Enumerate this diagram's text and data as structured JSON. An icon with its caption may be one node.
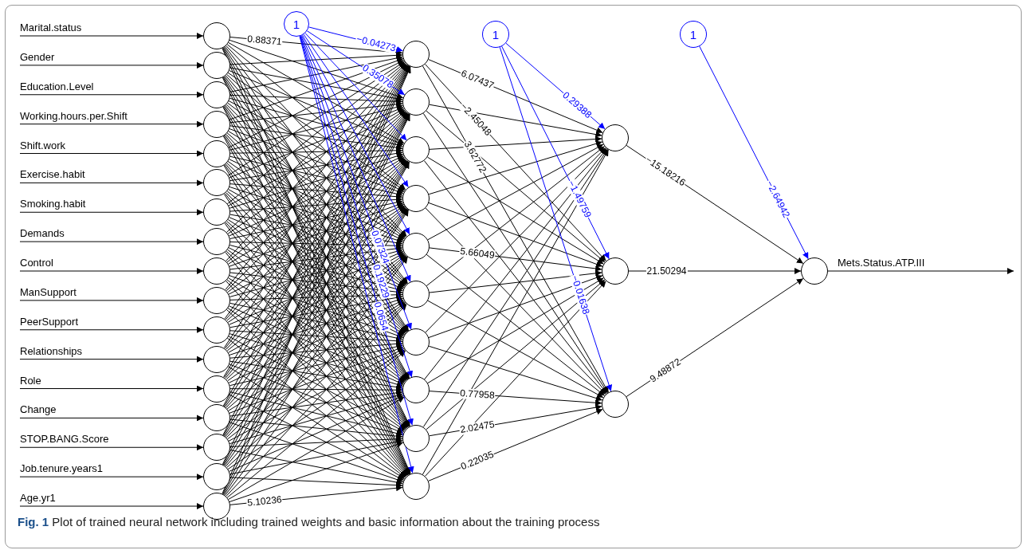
{
  "diagram": {
    "caption": "**Fig. 1** Plot of trained neural network including trained weights and basic information about the training process",
    "nodes": [
      {
        "text": [],
        "shape": "circle"
      },
      {
        "text": [],
        "shape": "circle"
      },
      {
        "text": [],
        "shape": "circle"
      },
      {
        "text": [],
        "shape": "circle"
      },
      {
        "text": [],
        "shape": "circle"
      },
      {
        "text": [],
        "shape": "circle"
      },
      {
        "text": [],
        "shape": "circle"
      },
      {
        "text": [],
        "shape": "circle"
      },
      {
        "text": [],
        "shape": "circle"
      },
      {
        "text": [],
        "shape": "circle"
      },
      {
        "text": [],
        "shape": "circle"
      },
      {
        "text": [],
        "shape": "circle"
      },
      {
        "text": [],
        "shape": "circle"
      },
      {
        "text": [],
        "shape": "circle"
      },
      {
        "text": [],
        "shape": "circle"
      },
      {
        "text": [],
        "shape": "circle"
      },
      {
        "text": [],
        "shape": "circle"
      },
      {
        "text": [
          "1"
        ]
      },
      {
        "text": [],
        "shape": "circle"
      },
      {
        "text": [],
        "shape": "circle"
      },
      {
        "text": [],
        "shape": "circle"
      },
      {
        "text": [],
        "shape": "circle"
      },
      {
        "text": [],
        "shape": "circle"
      },
      {
        "text": [],
        "shape": "circle"
      },
      {
        "text": [],
        "shape": "circle"
      },
      {
        "text": [],
        "shape": "circle"
      },
      {
        "text": [],
        "shape": "circle"
      },
      {
        "text": [],
        "shape": "circle"
      },
      {
        "text": [
          "1"
        ]
      },
      {
        "text": [],
        "shape": "circle"
      },
      {
        "text": [],
        "shape": "circle"
      },
      {
        "text": [],
        "shape": "circle"
      },
      {
        "text": [
          "1"
        ]
      },
      {
        "text": [],
        "shape": "circle"
      }
    ],
    "edges": [
      {
        "from": null,
        "to": 0,
        "arrow": "to",
        "label": "Marital.status"
      },
      {
        "from": null,
        "to": 1,
        "arrow": "to",
        "label": "Gender"
      },
      {
        "from": null,
        "to": 2,
        "arrow": "to",
        "label": "Education.Level"
      },
      {
        "from": null,
        "to": 3,
        "arrow": "to",
        "label": "Working.hours.per.Shift"
      },
      {
        "from": null,
        "to": 4,
        "arrow": "to",
        "label": "Shift.work"
      },
      {
        "from": null,
        "to": 5,
        "arrow": "to",
        "label": "Exercise.habit"
      },
      {
        "from": null,
        "to": 6,
        "arrow": "to",
        "label": "Smoking.habit"
      },
      {
        "from": null,
        "to": 7,
        "arrow": "to",
        "label": "Demands"
      },
      {
        "from": null,
        "to": 8,
        "arrow": "to",
        "label": "Control"
      },
      {
        "from": null,
        "to": 9,
        "arrow": "to",
        "label": "ManSupport"
      },
      {
        "from": null,
        "to": 10,
        "arrow": "to",
        "label": "PeerSupport"
      },
      {
        "from": null,
        "to": 11,
        "arrow": "to",
        "label": "Relationships"
      },
      {
        "from": null,
        "to": 12,
        "arrow": "to",
        "label": "Role"
      },
      {
        "from": null,
        "to": 13,
        "arrow": "to",
        "label": "Change"
      },
      {
        "from": null,
        "to": 14,
        "arrow": "to",
        "label": "STOP.BANG.Score"
      },
      {
        "from": null,
        "to": 15,
        "arrow": "to",
        "label": "Job.tenure.years1"
      },
      {
        "from": null,
        "to": 16,
        "arrow": "to",
        "label": "Age.yr1"
      },
      {
        "from": 0,
        "to": 18,
        "arrow": "to",
        "label": "0.88371"
      },
      {
        "from": 0,
        "to": 19,
        "arrow": "to"
      },
      {
        "from": 0,
        "to": 20,
        "arrow": "to"
      },
      {
        "from": 0,
        "to": 21,
        "arrow": "to"
      },
      {
        "from": 0,
        "to": 22,
        "arrow": "to"
      },
      {
        "from": 0,
        "to": 23,
        "arrow": "to"
      },
      {
        "from": 0,
        "to": 24,
        "arrow": "to"
      },
      {
        "from": 0,
        "to": 25,
        "arrow": "to"
      },
      {
        "from": 0,
        "to": 26,
        "arrow": "to"
      },
      {
        "from": 0,
        "to": 27,
        "arrow": "to"
      },
      {
        "from": 1,
        "to": 18,
        "arrow": "to"
      },
      {
        "from": 1,
        "to": 19,
        "arrow": "to"
      },
      {
        "from": 1,
        "to": 20,
        "arrow": "to"
      },
      {
        "from": 1,
        "to": 21,
        "arrow": "to"
      },
      {
        "from": 1,
        "to": 22,
        "arrow": "to"
      },
      {
        "from": 1,
        "to": 23,
        "arrow": "to"
      },
      {
        "from": 1,
        "to": 24,
        "arrow": "to"
      },
      {
        "from": 1,
        "to": 25,
        "arrow": "to"
      },
      {
        "from": 1,
        "to": 26,
        "arrow": "to"
      },
      {
        "from": 1,
        "to": 27,
        "arrow": "to"
      },
      {
        "from": 2,
        "to": 18,
        "arrow": "to"
      },
      {
        "from": 2,
        "to": 19,
        "arrow": "to"
      },
      {
        "from": 2,
        "to": 20,
        "arrow": "to"
      },
      {
        "from": 2,
        "to": 21,
        "arrow": "to"
      },
      {
        "from": 2,
        "to": 22,
        "arrow": "to"
      },
      {
        "from": 2,
        "to": 23,
        "arrow": "to"
      },
      {
        "from": 2,
        "to": 24,
        "arrow": "to"
      },
      {
        "from": 2,
        "to": 25,
        "arrow": "to"
      },
      {
        "from": 2,
        "to": 26,
        "arrow": "to"
      },
      {
        "from": 2,
        "to": 27,
        "arrow": "to"
      },
      {
        "from": 3,
        "to": 18,
        "arrow": "to"
      },
      {
        "from": 3,
        "to": 19,
        "arrow": "to"
      },
      {
        "from": 3,
        "to": 20,
        "arrow": "to"
      },
      {
        "from": 3,
        "to": 21,
        "arrow": "to"
      },
      {
        "from": 3,
        "to": 22,
        "arrow": "to"
      },
      {
        "from": 3,
        "to": 23,
        "arrow": "to"
      },
      {
        "from": 3,
        "to": 24,
        "arrow": "to"
      },
      {
        "from": 3,
        "to": 25,
        "arrow": "to"
      },
      {
        "from": 3,
        "to": 26,
        "arrow": "to"
      },
      {
        "from": 3,
        "to": 27,
        "arrow": "to"
      },
      {
        "from": 4,
        "to": 18,
        "arrow": "to"
      },
      {
        "from": 4,
        "to": 19,
        "arrow": "to"
      },
      {
        "from": 4,
        "to": 20,
        "arrow": "to"
      },
      {
        "from": 4,
        "to": 21,
        "arrow": "to"
      },
      {
        "from": 4,
        "to": 22,
        "arrow": "to"
      },
      {
        "from": 4,
        "to": 23,
        "arrow": "to"
      },
      {
        "from": 4,
        "to": 24,
        "arrow": "to"
      },
      {
        "from": 4,
        "to": 25,
        "arrow": "to"
      },
      {
        "from": 4,
        "to": 26,
        "arrow": "to"
      },
      {
        "from": 4,
        "to": 27,
        "arrow": "to"
      },
      {
        "from": 5,
        "to": 18,
        "arrow": "to"
      },
      {
        "from": 5,
        "to": 19,
        "arrow": "to"
      },
      {
        "from": 5,
        "to": 20,
        "arrow": "to"
      },
      {
        "from": 5,
        "to": 21,
        "arrow": "to"
      },
      {
        "from": 5,
        "to": 22,
        "arrow": "to"
      },
      {
        "from": 5,
        "to": 23,
        "arrow": "to"
      },
      {
        "from": 5,
        "to": 24,
        "arrow": "to"
      },
      {
        "from": 5,
        "to": 25,
        "arrow": "to"
      },
      {
        "from": 5,
        "to": 26,
        "arrow": "to"
      },
      {
        "from": 5,
        "to": 27,
        "arrow": "to"
      },
      {
        "from": 6,
        "to": 18,
        "arrow": "to"
      },
      {
        "from": 6,
        "to": 19,
        "arrow": "to"
      },
      {
        "from": 6,
        "to": 20,
        "arrow": "to"
      },
      {
        "from": 6,
        "to": 21,
        "arrow": "to"
      },
      {
        "from": 6,
        "to": 22,
        "arrow": "to"
      },
      {
        "from": 6,
        "to": 23,
        "arrow": "to"
      },
      {
        "from": 6,
        "to": 24,
        "arrow": "to"
      },
      {
        "from": 6,
        "to": 25,
        "arrow": "to"
      },
      {
        "from": 6,
        "to": 26,
        "arrow": "to"
      },
      {
        "from": 6,
        "to": 27,
        "arrow": "to"
      },
      {
        "from": 7,
        "to": 18,
        "arrow": "to"
      },
      {
        "from": 7,
        "to": 19,
        "arrow": "to"
      },
      {
        "from": 7,
        "to": 20,
        "arrow": "to"
      },
      {
        "from": 7,
        "to": 21,
        "arrow": "to"
      },
      {
        "from": 7,
        "to": 22,
        "arrow": "to"
      },
      {
        "from": 7,
        "to": 23,
        "arrow": "to"
      },
      {
        "from": 7,
        "to": 24,
        "arrow": "to"
      },
      {
        "from": 7,
        "to": 25,
        "arrow": "to"
      },
      {
        "from": 7,
        "to": 26,
        "arrow": "to"
      },
      {
        "from": 7,
        "to": 27,
        "arrow": "to"
      },
      {
        "from": 8,
        "to": 18,
        "arrow": "to"
      },
      {
        "from": 8,
        "to": 19,
        "arrow": "to"
      },
      {
        "from": 8,
        "to": 20,
        "arrow": "to"
      },
      {
        "from": 8,
        "to": 21,
        "arrow": "to"
      },
      {
        "from": 8,
        "to": 22,
        "arrow": "to"
      },
      {
        "from": 8,
        "to": 23,
        "arrow": "to"
      },
      {
        "from": 8,
        "to": 24,
        "arrow": "to"
      },
      {
        "from": 8,
        "to": 25,
        "arrow": "to"
      },
      {
        "from": 8,
        "to": 26,
        "arrow": "to"
      },
      {
        "from": 8,
        "to": 27,
        "arrow": "to"
      },
      {
        "from": 9,
        "to": 18,
        "arrow": "to"
      },
      {
        "from": 9,
        "to": 19,
        "arrow": "to"
      },
      {
        "from": 9,
        "to": 20,
        "arrow": "to"
      },
      {
        "from": 9,
        "to": 21,
        "arrow": "to"
      },
      {
        "from": 9,
        "to": 22,
        "arrow": "to"
      },
      {
        "from": 9,
        "to": 23,
        "arrow": "to"
      },
      {
        "from": 9,
        "to": 24,
        "arrow": "to"
      },
      {
        "from": 9,
        "to": 25,
        "arrow": "to"
      },
      {
        "from": 9,
        "to": 26,
        "arrow": "to"
      },
      {
        "from": 9,
        "to": 27,
        "arrow": "to"
      },
      {
        "from": 10,
        "to": 18,
        "arrow": "to"
      },
      {
        "from": 10,
        "to": 19,
        "arrow": "to"
      },
      {
        "from": 10,
        "to": 20,
        "arrow": "to"
      },
      {
        "from": 10,
        "to": 21,
        "arrow": "to"
      },
      {
        "from": 10,
        "to": 22,
        "arrow": "to"
      },
      {
        "from": 10,
        "to": 23,
        "arrow": "to"
      },
      {
        "from": 10,
        "to": 24,
        "arrow": "to"
      },
      {
        "from": 10,
        "to": 25,
        "arrow": "to"
      },
      {
        "from": 10,
        "to": 26,
        "arrow": "to"
      },
      {
        "from": 10,
        "to": 27,
        "arrow": "to"
      },
      {
        "from": 11,
        "to": 18,
        "arrow": "to"
      },
      {
        "from": 11,
        "to": 19,
        "arrow": "to"
      },
      {
        "from": 11,
        "to": 20,
        "arrow": "to"
      },
      {
        "from": 11,
        "to": 21,
        "arrow": "to"
      },
      {
        "from": 11,
        "to": 22,
        "arrow": "to"
      },
      {
        "from": 11,
        "to": 23,
        "arrow": "to"
      },
      {
        "from": 11,
        "to": 24,
        "arrow": "to"
      },
      {
        "from": 11,
        "to": 25,
        "arrow": "to"
      },
      {
        "from": 11,
        "to": 26,
        "arrow": "to"
      },
      {
        "from": 11,
        "to": 27,
        "arrow": "to"
      },
      {
        "from": 12,
        "to": 18,
        "arrow": "to"
      },
      {
        "from": 12,
        "to": 19,
        "arrow": "to"
      },
      {
        "from": 12,
        "to": 20,
        "arrow": "to"
      },
      {
        "from": 12,
        "to": 21,
        "arrow": "to"
      },
      {
        "from": 12,
        "to": 22,
        "arrow": "to"
      },
      {
        "from": 12,
        "to": 23,
        "arrow": "to"
      },
      {
        "from": 12,
        "to": 24,
        "arrow": "to"
      },
      {
        "from": 12,
        "to": 25,
        "arrow": "to"
      },
      {
        "from": 12,
        "to": 26,
        "arrow": "to"
      },
      {
        "from": 12,
        "to": 27,
        "arrow": "to"
      },
      {
        "from": 13,
        "to": 18,
        "arrow": "to"
      },
      {
        "from": 13,
        "to": 19,
        "arrow": "to"
      },
      {
        "from": 13,
        "to": 20,
        "arrow": "to"
      },
      {
        "from": 13,
        "to": 21,
        "arrow": "to"
      },
      {
        "from": 13,
        "to": 22,
        "arrow": "to"
      },
      {
        "from": 13,
        "to": 23,
        "arrow": "to"
      },
      {
        "from": 13,
        "to": 24,
        "arrow": "to"
      },
      {
        "from": 13,
        "to": 25,
        "arrow": "to"
      },
      {
        "from": 13,
        "to": 26,
        "arrow": "to"
      },
      {
        "from": 13,
        "to": 27,
        "arrow": "to"
      },
      {
        "from": 14,
        "to": 18,
        "arrow": "to"
      },
      {
        "from": 14,
        "to": 19,
        "arrow": "to"
      },
      {
        "from": 14,
        "to": 20,
        "arrow": "to"
      },
      {
        "from": 14,
        "to": 21,
        "arrow": "to"
      },
      {
        "from": 14,
        "to": 22,
        "arrow": "to"
      },
      {
        "from": 14,
        "to": 23,
        "arrow": "to"
      },
      {
        "from": 14,
        "to": 24,
        "arrow": "to"
      },
      {
        "from": 14,
        "to": 25,
        "arrow": "to"
      },
      {
        "from": 14,
        "to": 26,
        "arrow": "to"
      },
      {
        "from": 14,
        "to": 27,
        "arrow": "to"
      },
      {
        "from": 15,
        "to": 18,
        "arrow": "to"
      },
      {
        "from": 15,
        "to": 19,
        "arrow": "to"
      },
      {
        "from": 15,
        "to": 20,
        "arrow": "to"
      },
      {
        "from": 15,
        "to": 21,
        "arrow": "to"
      },
      {
        "from": 15,
        "to": 22,
        "arrow": "to"
      },
      {
        "from": 15,
        "to": 23,
        "arrow": "to"
      },
      {
        "from": 15,
        "to": 24,
        "arrow": "to"
      },
      {
        "from": 15,
        "to": 25,
        "arrow": "to"
      },
      {
        "from": 15,
        "to": 26,
        "arrow": "to"
      },
      {
        "from": 15,
        "to": 27,
        "arrow": "to"
      },
      {
        "from": 16,
        "to": 18,
        "arrow": "to"
      },
      {
        "from": 16,
        "to": 19,
        "arrow": "to"
      },
      {
        "from": 16,
        "to": 20,
        "arrow": "to"
      },
      {
        "from": 16,
        "to": 21,
        "arrow": "to"
      },
      {
        "from": 16,
        "to": 22,
        "arrow": "to"
      },
      {
        "from": 16,
        "to": 23,
        "arrow": "to"
      },
      {
        "from": 16,
        "to": 24,
        "arrow": "to"
      },
      {
        "from": 16,
        "to": 25,
        "arrow": "to"
      },
      {
        "from": 16,
        "to": 26,
        "arrow": "to"
      },
      {
        "from": 16,
        "to": 27,
        "arrow": "to",
        "label": "5.10236"
      },
      {
        "from": 17,
        "to": 18,
        "arrow": "to",
        "label": "−0.04273",
        "color": "#0000ff"
      },
      {
        "from": 17,
        "to": 19,
        "arrow": "to",
        "label": "0.35078",
        "color": "#0000ff"
      },
      {
        "from": 17,
        "to": 20,
        "arrow": "to",
        "color": "#0000ff"
      },
      {
        "from": 17,
        "to": 21,
        "arrow": "to",
        "color": "#0000ff"
      },
      {
        "from": 17,
        "to": 22,
        "arrow": "to",
        "color": "#0000ff"
      },
      {
        "from": 17,
        "to": 23,
        "arrow": "to",
        "color": "#0000ff"
      },
      {
        "from": 17,
        "to": 24,
        "arrow": "to",
        "label": "0.07324",
        "color": "#0000ff"
      },
      {
        "from": 17,
        "to": 25,
        "arrow": "to",
        "label": "0.19229",
        "color": "#0000ff"
      },
      {
        "from": 17,
        "to": 26,
        "arrow": "to",
        "label": "0.0654",
        "color": "#0000ff"
      },
      {
        "from": 17,
        "to": 27,
        "arrow": "to",
        "color": "#0000ff"
      },
      {
        "from": 18,
        "to": 29,
        "arrow": "to",
        "label": "6.07437"
      },
      {
        "from": 18,
        "to": 30,
        "arrow": "to",
        "label": "−2.45048"
      },
      {
        "from": 18,
        "to": 31,
        "arrow": "to",
        "label": "3.62772"
      },
      {
        "from": 19,
        "to": 29,
        "arrow": "to"
      },
      {
        "from": 19,
        "to": 30,
        "arrow": "to"
      },
      {
        "from": 19,
        "to": 31,
        "arrow": "to"
      },
      {
        "from": 20,
        "to": 29,
        "arrow": "to"
      },
      {
        "from": 20,
        "to": 30,
        "arrow": "to"
      },
      {
        "from": 20,
        "to": 31,
        "arrow": "to"
      },
      {
        "from": 21,
        "to": 29,
        "arrow": "to"
      },
      {
        "from": 21,
        "to": 30,
        "arrow": "to"
      },
      {
        "from": 21,
        "to": 31,
        "arrow": "to"
      },
      {
        "from": 22,
        "to": 29,
        "arrow": "to"
      },
      {
        "from": 22,
        "to": 30,
        "arrow": "to",
        "label": "5.66049"
      },
      {
        "from": 22,
        "to": 31,
        "arrow": "to"
      },
      {
        "from": 23,
        "to": 29,
        "arrow": "to"
      },
      {
        "from": 23,
        "to": 30,
        "arrow": "to"
      },
      {
        "from": 23,
        "to": 31,
        "arrow": "to"
      },
      {
        "from": 24,
        "to": 29,
        "arrow": "to"
      },
      {
        "from": 24,
        "to": 30,
        "arrow": "to"
      },
      {
        "from": 24,
        "to": 31,
        "arrow": "to"
      },
      {
        "from": 25,
        "to": 29,
        "arrow": "to"
      },
      {
        "from": 25,
        "to": 30,
        "arrow": "to"
      },
      {
        "from": 25,
        "to": 31,
        "arrow": "to",
        "label": "0.77958"
      },
      {
        "from": 26,
        "to": 29,
        "arrow": "to"
      },
      {
        "from": 26,
        "to": 30,
        "arrow": "to"
      },
      {
        "from": 26,
        "to": 31,
        "arrow": "to",
        "label": "2.02475"
      },
      {
        "from": 27,
        "to": 29,
        "arrow": "to"
      },
      {
        "from": 27,
        "to": 30,
        "arrow": "to"
      },
      {
        "from": 27,
        "to": 31,
        "arrow": "to",
        "label": "0.22035"
      },
      {
        "from": 28,
        "to": 29,
        "arrow": "to",
        "label": "0.29388",
        "color": "#0000ff"
      },
      {
        "from": 28,
        "to": 30,
        "arrow": "to",
        "label": "−1.49759",
        "color": "#0000ff"
      },
      {
        "from": 28,
        "to": 31,
        "arrow": "to",
        "label": "−0.01638",
        "color": "#0000ff"
      },
      {
        "from": 29,
        "to": 33,
        "arrow": "to",
        "label": "−15.18216"
      },
      {
        "from": 30,
        "to": 33,
        "arrow": "to",
        "label": "21.50294"
      },
      {
        "from": 31,
        "to": 33,
        "arrow": "to",
        "label": "9.48872"
      },
      {
        "from": 32,
        "to": 33,
        "arrow": "to",
        "label": "−2.64942",
        "color": "#0000ff"
      },
      {
        "from": 33,
        "to": null,
        "arrow": "to",
        "label": "Mets.Status.ATP.III"
      }
    ]
  }
}
